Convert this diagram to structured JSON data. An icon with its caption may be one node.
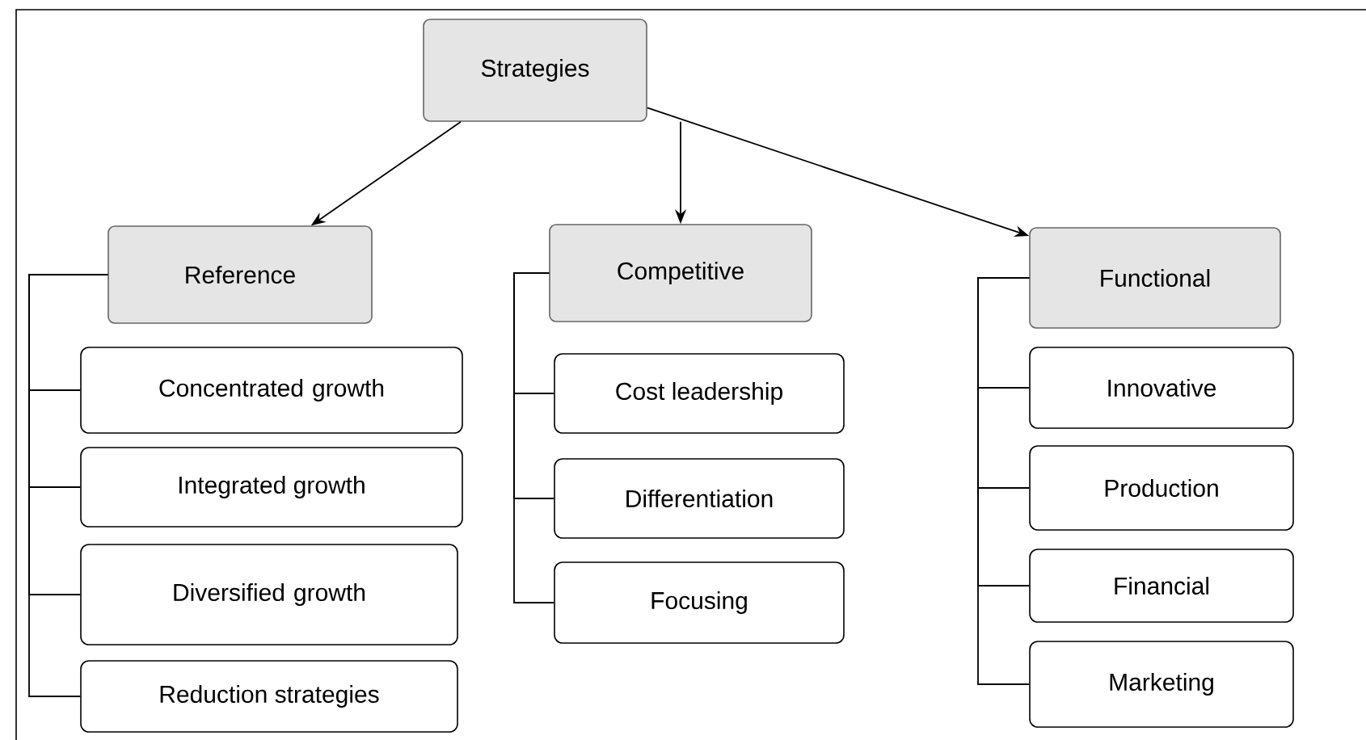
{
  "diagram": {
    "nodes": [
      {
        "text": [
          "Strategies"
        ]
      },
      {
        "text": [
          "Reference"
        ]
      },
      {
        "text": [
          "Competitive"
        ]
      },
      {
        "text": [
          "Functional"
        ]
      },
      {
        "text": [
          "Concentrated growth"
        ]
      },
      {
        "text": [
          "Integrated growth"
        ]
      },
      {
        "text": [
          "Diversified growth"
        ]
      },
      {
        "text": [
          "Reduction strategies"
        ]
      },
      {
        "text": [
          "Cost leadership"
        ]
      },
      {
        "text": [
          "Differentiation"
        ]
      },
      {
        "text": [
          "Focusing"
        ]
      },
      {
        "text": [
          "Innovative"
        ]
      },
      {
        "text": [
          "Production"
        ]
      },
      {
        "text": [
          "Financial"
        ]
      },
      {
        "text": [
          "Marketing"
        ]
      }
    ],
    "edges": [
      {
        "from": 0,
        "to": 1,
        "arrow": "to"
      },
      {
        "from": 0,
        "to": 2,
        "arrow": "to"
      },
      {
        "from": 0,
        "to": 3,
        "arrow": "to"
      },
      {
        "from": 1,
        "to": 4,
        "arrow": "none"
      },
      {
        "from": 1,
        "to": 5,
        "arrow": "none"
      },
      {
        "from": 1,
        "to": 6,
        "arrow": "none"
      },
      {
        "from": 1,
        "to": 7,
        "arrow": "none"
      },
      {
        "from": 2,
        "to": 8,
        "arrow": "none"
      },
      {
        "from": 2,
        "to": 9,
        "arrow": "none"
      },
      {
        "from": 2,
        "to": 10,
        "arrow": "none"
      },
      {
        "from": 3,
        "to": 11,
        "arrow": "none"
      },
      {
        "from": 3,
        "to": 12,
        "arrow": "none"
      },
      {
        "from": 3,
        "to": 13,
        "arrow": "none"
      },
      {
        "from": 3,
        "to": 14,
        "arrow": "none"
      }
    ]
  }
}
